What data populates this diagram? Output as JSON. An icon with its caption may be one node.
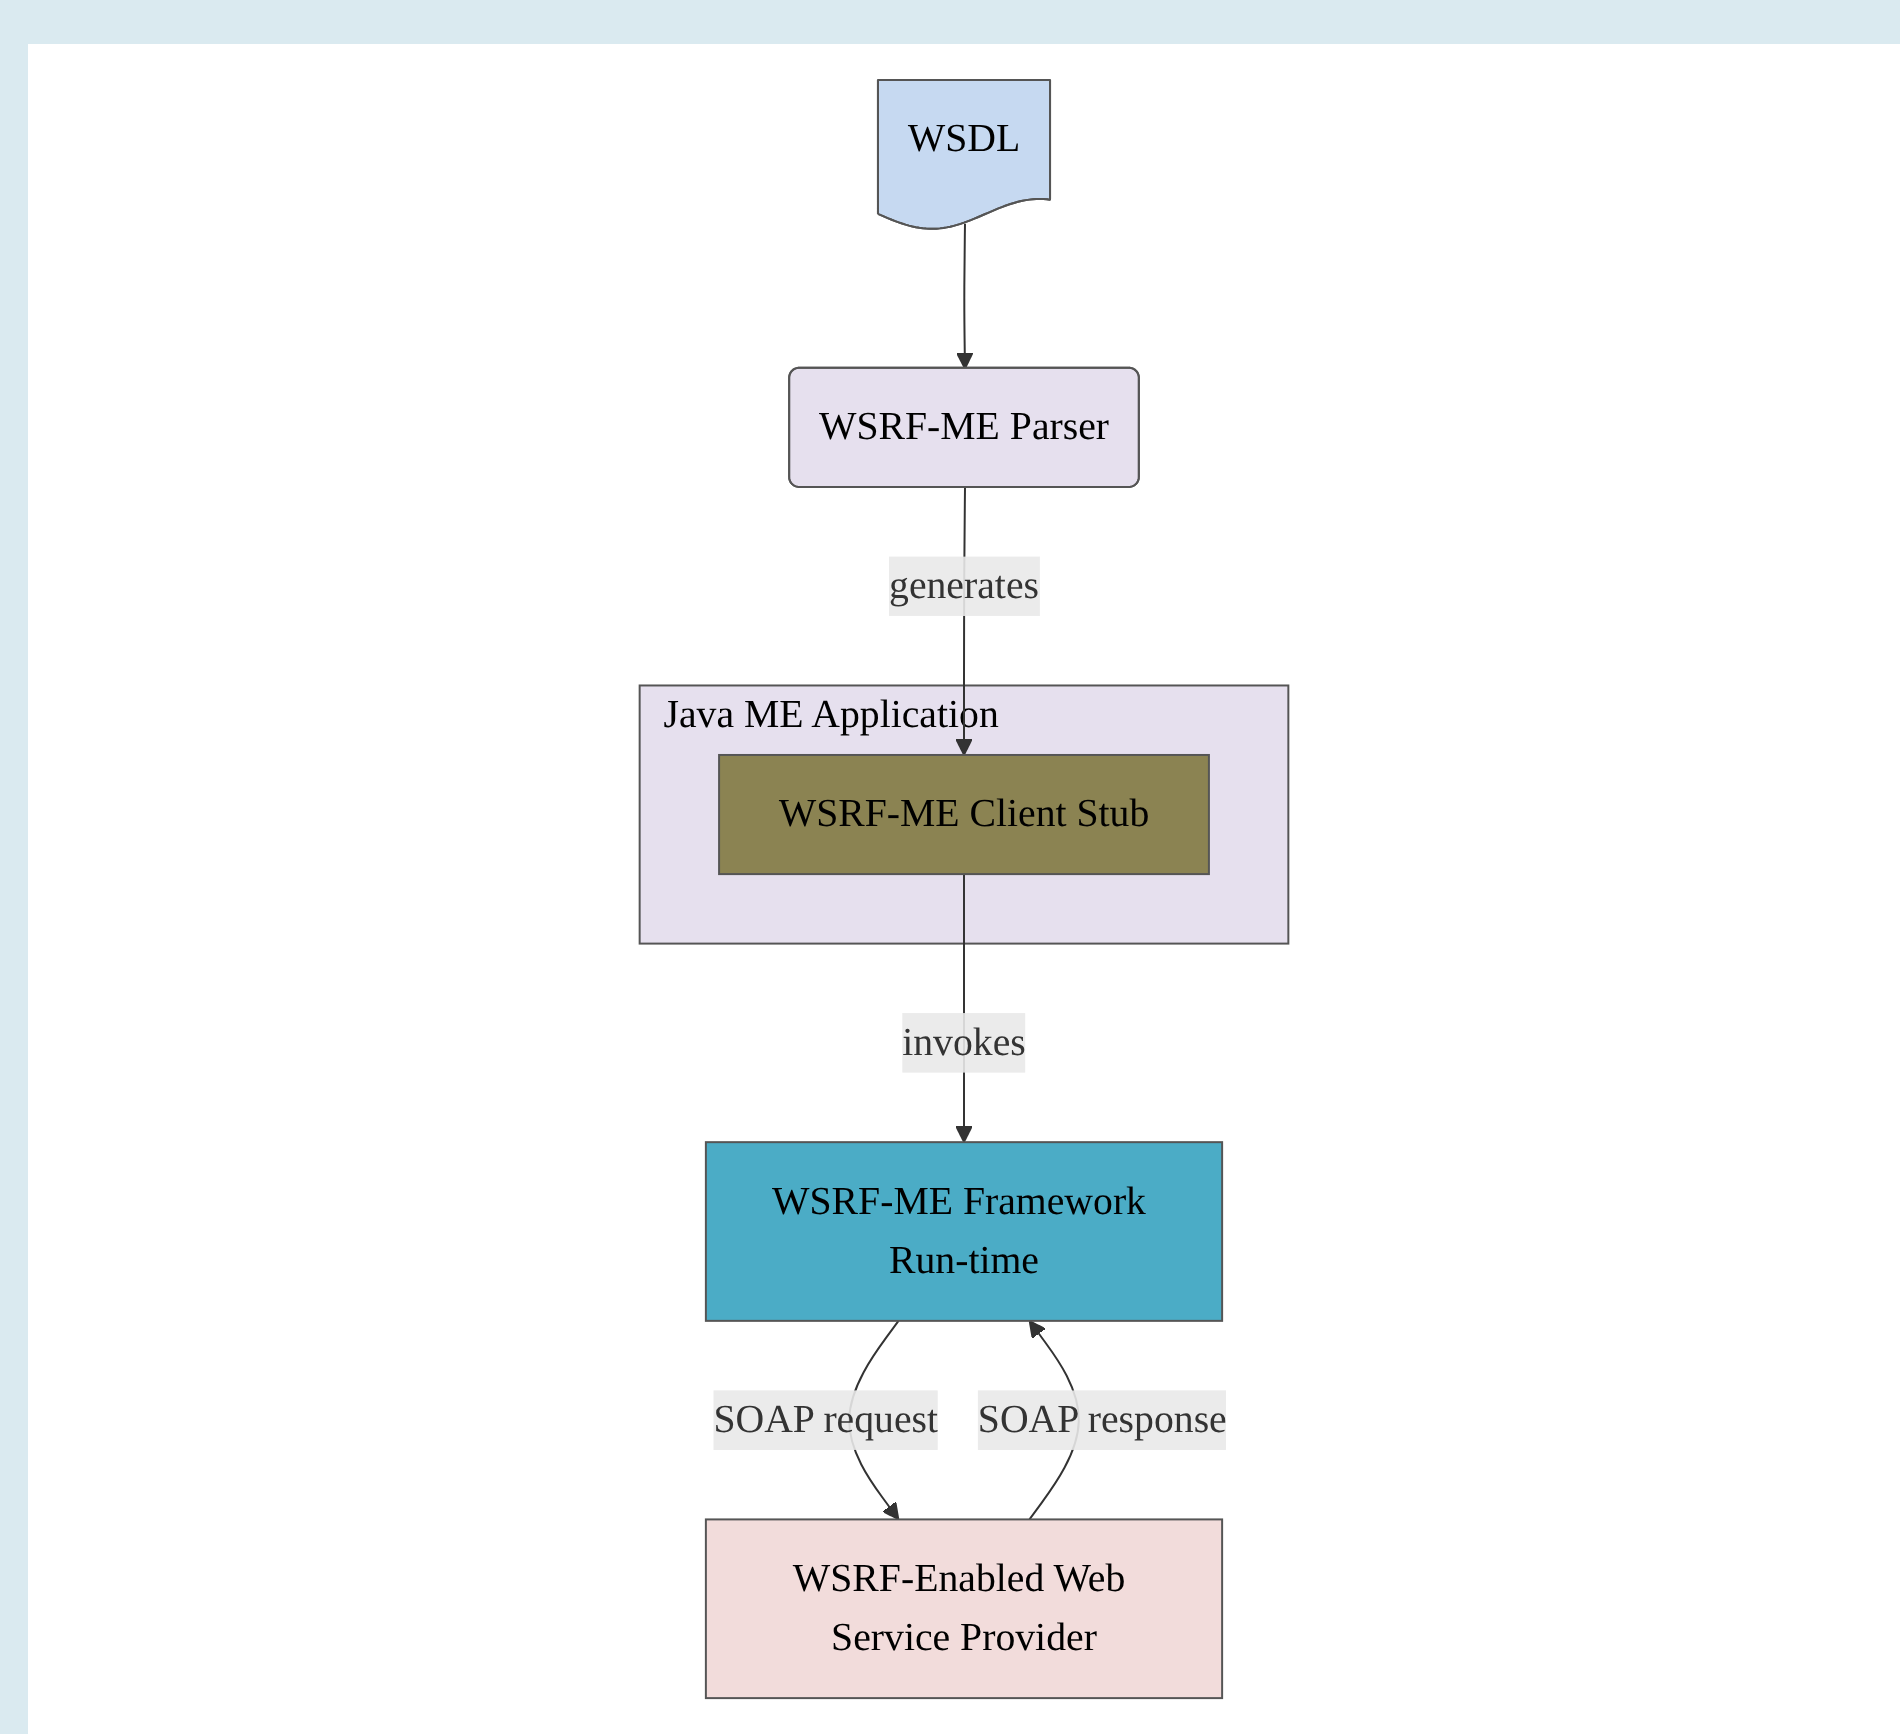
{
  "diagram": {
    "nodes": [
      {
        "text": [
          "Java ME Application"
        ]
      },
      {
        "text": [
          "WSRF-ME Client Stub"
        ],
        "in": 0
      },
      {
        "text": [
          "WSDL"
        ]
      },
      {
        "text": [
          "WSRF-ME Parser"
        ]
      },
      {
        "text": [
          "WSRF-ME Framework Run-time"
        ]
      },
      {
        "text": [
          "WSRF-Enabled Web Service Provider"
        ]
      }
    ],
    "edges": [
      {
        "from": 2,
        "to": 3,
        "arrow": "to"
      },
      {
        "from": 3,
        "to": 1,
        "label": "generates",
        "arrow": "to"
      },
      {
        "from": 1,
        "to": 4,
        "label": "invokes",
        "arrow": "to"
      },
      {
        "from": 4,
        "to": 5,
        "label": "SOAP request",
        "arrow": "to"
      },
      {
        "from": 5,
        "to": 4,
        "label": "SOAP response",
        "arrow": "to"
      }
    ]
  }
}
